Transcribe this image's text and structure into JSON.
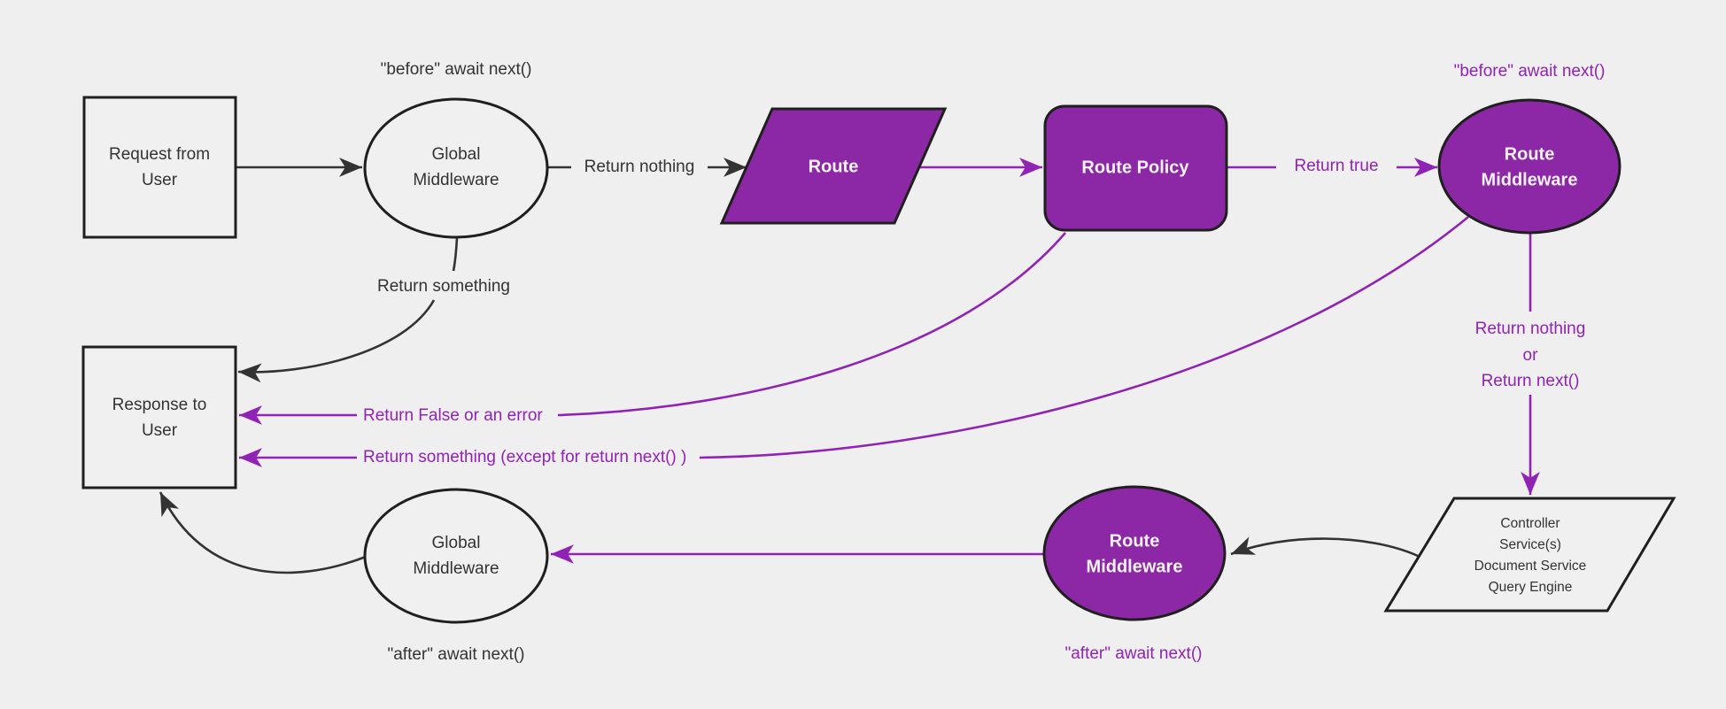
{
  "colors": {
    "background": "#efefef",
    "node_fill_light": "#f0f0f0",
    "node_fill_purple": "#8c28a6",
    "stroke_dark": "#1f1f1f",
    "line_dark": "#333333",
    "line_purple": "#9123b4",
    "text_dark": "#333333",
    "text_light": "#f7f2f7",
    "text_purple": "#9123b4"
  },
  "nodes": {
    "request": {
      "lines": [
        "Request from",
        "User"
      ]
    },
    "global_middleware_top": {
      "lines": [
        "Global",
        "Middleware"
      ]
    },
    "route": {
      "label": "Route"
    },
    "route_policy": {
      "label": "Route Policy"
    },
    "route_middleware_top": {
      "lines": [
        "Route",
        "Middleware"
      ]
    },
    "controller": {
      "lines": [
        "Controller",
        "Service(s)",
        "Document Service",
        "Query Engine"
      ]
    },
    "route_middleware_bottom": {
      "lines": [
        "Route",
        "Middleware"
      ]
    },
    "global_middleware_bottom": {
      "lines": [
        "Global",
        "Middleware"
      ]
    },
    "response": {
      "lines": [
        "Response to",
        "User"
      ]
    }
  },
  "labels": {
    "before_await_top": "\"before\" await next()",
    "return_nothing_top": "Return nothing",
    "return_true": "Return true",
    "before_await_purple": "\"before\" await next()",
    "return_nothing_or": [
      "Return nothing",
      "or",
      "Return next()"
    ],
    "return_something_top": "Return something",
    "return_false": "Return False or an error",
    "return_something_except": "Return something (except for return next() )",
    "after_await_purple": "\"after\" await next()",
    "after_await_bottom": "\"after\" await next()"
  }
}
